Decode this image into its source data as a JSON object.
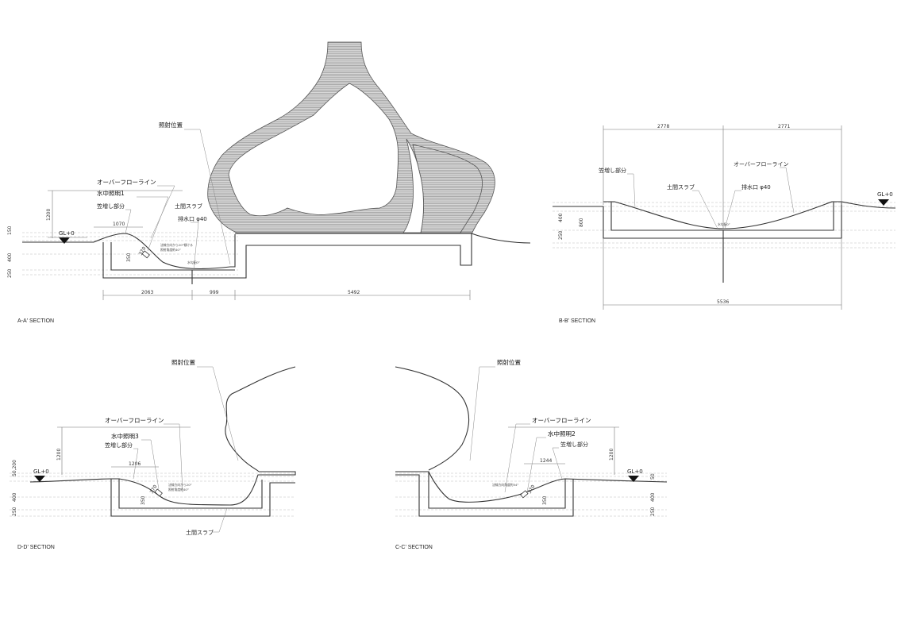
{
  "sections": {
    "aa": {
      "title": "A-A' SECTION",
      "labels": {
        "irradiation": "照射位置",
        "overflow": "オーバーフローライン",
        "light": "水中照明1",
        "raised": "笠増し部分",
        "slab": "土間スラブ",
        "drain": "排水口 φ40",
        "gl": "GL+0",
        "note_angle_1": "法線方向から20°傾ける",
        "note_angle_2": "照射角度約40°",
        "note_slope": "水勾配0°"
      },
      "dims": {
        "d1200": "1200",
        "d1070": "1070",
        "d2063": "2063",
        "d999": "999",
        "d5492": "5492",
        "d350": "350",
        "d370": "370",
        "d400": "400",
        "d250": "250",
        "d150": "150"
      }
    },
    "bb": {
      "title": "B-B' SECTION",
      "labels": {
        "raised": "笠増し部分",
        "slab": "土間スラブ",
        "overflow": "オーバーフローライン",
        "drain": "排水口 φ40",
        "gl": "GL+0",
        "note_slope": "水勾配0°"
      },
      "dims": {
        "d2778": "2778",
        "d2771": "2771",
        "d5536": "5536",
        "d400": "400",
        "d800": "800",
        "d250": "250"
      }
    },
    "dd": {
      "title": "D-D' SECTION",
      "labels": {
        "irradiation": "照射位置",
        "overflow": "オーバーフローライン",
        "light": "水中照明3",
        "raised": "笠増し部分",
        "slab": "土間スラブ",
        "gl": "GL+0",
        "note_angle_1": "法線方向から20°",
        "note_angle_2": "照射角度約40°"
      },
      "dims": {
        "d1200": "1200",
        "d1206": "1206",
        "d350": "350",
        "d370": "370",
        "d400": "400",
        "d250": "250",
        "d50": "50,200"
      }
    },
    "cc": {
      "title": "C-C' SECTION",
      "labels": {
        "irradiation": "照射位置",
        "overflow": "オーバーフローライン",
        "light": "水中照明2",
        "raised": "笠増し部分",
        "gl": "GL+0",
        "note_angle": "法線方向角度約54°"
      },
      "dims": {
        "d1200": "1200",
        "d1244": "1244",
        "d370": "370",
        "d350": "350",
        "d400": "400",
        "d250": "250",
        "d50": "50"
      }
    }
  },
  "colors": {
    "line": "#333333",
    "hatch": "#8a8a8a",
    "background": "#ffffff"
  }
}
